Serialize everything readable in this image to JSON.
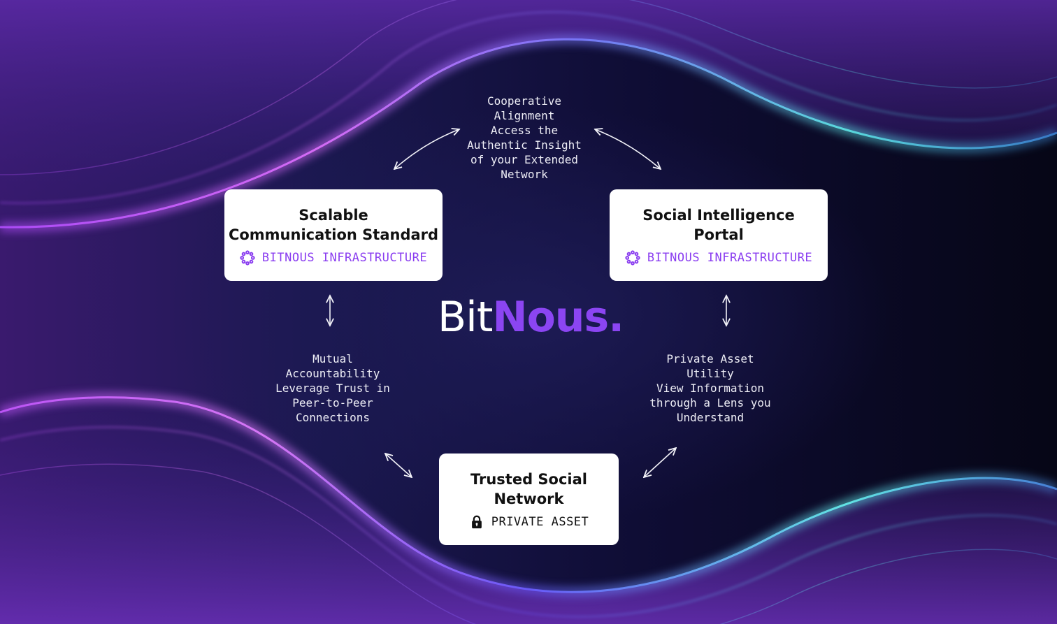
{
  "brand": {
    "name_part1": "Bit",
    "name_part2": "Nous."
  },
  "nodes": {
    "scalable": {
      "title_line1": "Scalable",
      "title_line2": "Communication Standard",
      "tag": "BITNOUS INFRASTRUCTURE",
      "tag_icon": "network-ring-icon"
    },
    "portal": {
      "title_line1": "Social Intelligence",
      "title_line2": "Portal",
      "tag": "BITNOUS INFRASTRUCTURE",
      "tag_icon": "network-ring-icon"
    },
    "trusted": {
      "title_line1": "Trusted Social",
      "title_line2": "Network",
      "tag": "PRIVATE ASSET",
      "tag_icon": "lock-icon"
    }
  },
  "links": {
    "top": "Cooperative\nAlignment\nAccess the\nAuthentic Insight\nof your Extended\nNetwork",
    "left": "Mutual\nAccountability\nLeverage Trust in\nPeer-to-Peer\nConnections",
    "right": "Private Asset\nUtility\nView Information\nthrough a Lens you\nUnderstand"
  },
  "colors": {
    "accent": "#8b45f2",
    "card_background": "#ffffff",
    "text_light": "#eeeef6"
  }
}
